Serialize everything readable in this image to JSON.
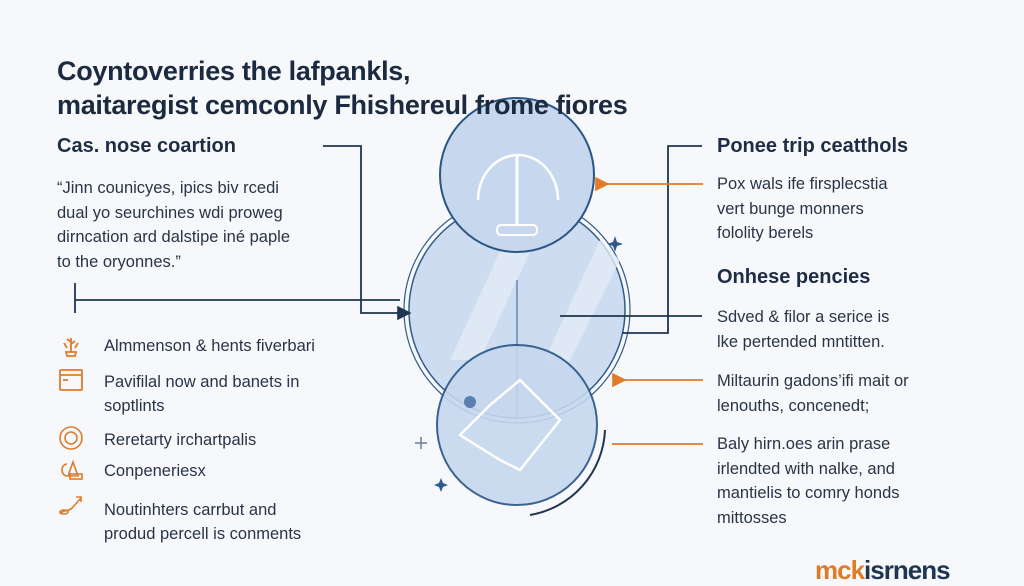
{
  "title": {
    "line1": "Coyntoverries the lafpankls,",
    "line2": "maitaregist cemconly Fhishereul frome fiores"
  },
  "left": {
    "heading": "Cas. nose coartion",
    "quote": [
      "“Jinn counicyes, ipics biv rcedi",
      "dual yo seurchines wdi proweg",
      "dirncation ard dalstipe iné paple",
      "to the oryonnes.”"
    ],
    "items": [
      {
        "icon": "plant-icon",
        "lines": [
          "Almmenson & hents fiverbari"
        ]
      },
      {
        "icon": "browser-window-icon",
        "lines": [
          "Pavifilal now and banets in",
          "soptlints"
        ]
      },
      {
        "icon": "badge-circle-icon",
        "lines": [
          "Reretarty irchartpalis"
        ]
      },
      {
        "icon": "shapes-icon",
        "lines": [
          "Conpeneriesx"
        ]
      },
      {
        "icon": "growth-arrow-icon",
        "lines": [
          "Noutinhters carrbut and",
          "produd percell is conments"
        ]
      }
    ]
  },
  "right": {
    "heading1": "Ponee trip ceatthols",
    "para1": [
      "Pox wals ife firsplecstia",
      "vert bunge monners",
      "fololity berels"
    ],
    "heading2": "Onhese pencies",
    "para2": [
      "Sdved & filor a serice is",
      "lke pertended mntitten."
    ],
    "para3": [
      "Miltaurin gadons’ifi mait or",
      "lenouths, concenedt;"
    ],
    "para4": [
      "Baly hirn.oes arin prase",
      "irlendted with nalke, and",
      "mantielis to comry honds",
      "mittosses"
    ]
  },
  "logo": {
    "part1": "mck",
    "part2": "isrnens"
  },
  "colors": {
    "navy": "#1f3550",
    "orange": "#e07b2a",
    "circle_fill": "#c9d9ee",
    "circle_stroke": "#2f5b8c"
  }
}
